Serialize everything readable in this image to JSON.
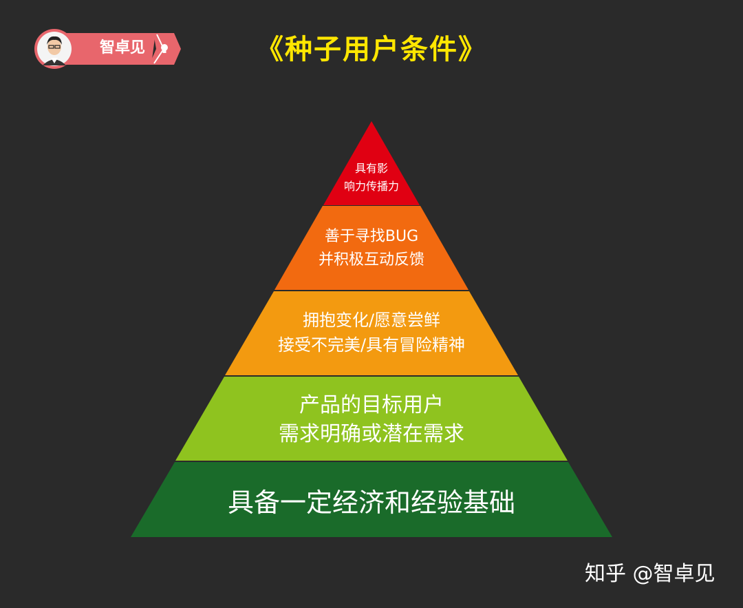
{
  "badge": {
    "name": "智卓见",
    "avatar_icon": "person-avatar-icon",
    "bulb_icon": "lightbulb-icon",
    "color": "#e8666c"
  },
  "title": "《种子用户条件》",
  "pyramid": {
    "tiers": [
      {
        "lines": [
          "具有影",
          "响力传播力"
        ],
        "color": "#e00012"
      },
      {
        "lines": [
          "善于寻找BUG",
          "并积极互动反馈"
        ],
        "color": "#f26a10"
      },
      {
        "lines": [
          "拥抱变化/愿意尝鲜",
          "接受不完美/具有冒险精神"
        ],
        "color": "#f39a10"
      },
      {
        "lines": [
          "产品的目标用户",
          "需求明确或潜在需求"
        ],
        "color": "#8fc31f"
      },
      {
        "lines": [
          "具备一定经济和经验基础"
        ],
        "color": "#1a6b2a"
      }
    ]
  },
  "watermark": "知乎 @智卓见"
}
